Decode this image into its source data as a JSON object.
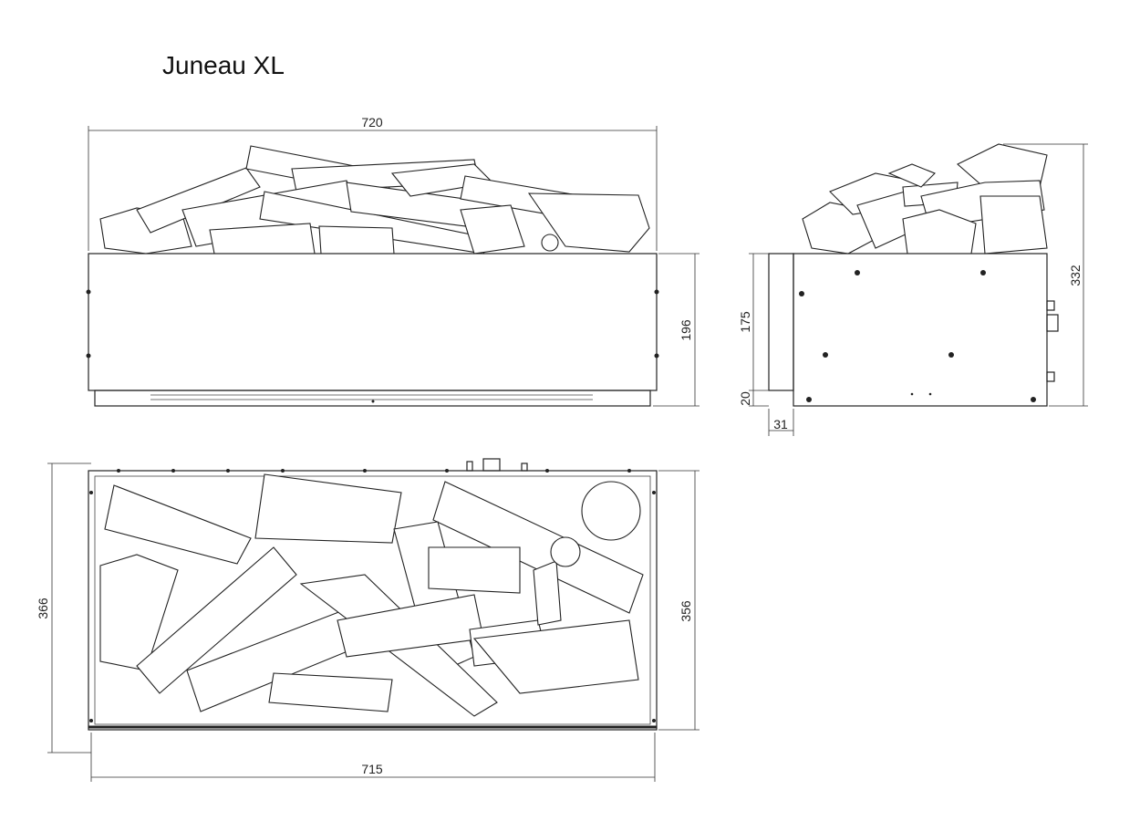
{
  "title": "Juneau XL",
  "dimensions": {
    "front_width": "720",
    "front_height": "196",
    "side_body_height": "175",
    "side_foot_height": "20",
    "side_front_depth": "31",
    "side_total_height": "332",
    "top_outer_depth": "366",
    "top_inner_depth": "356",
    "top_width": "715"
  }
}
